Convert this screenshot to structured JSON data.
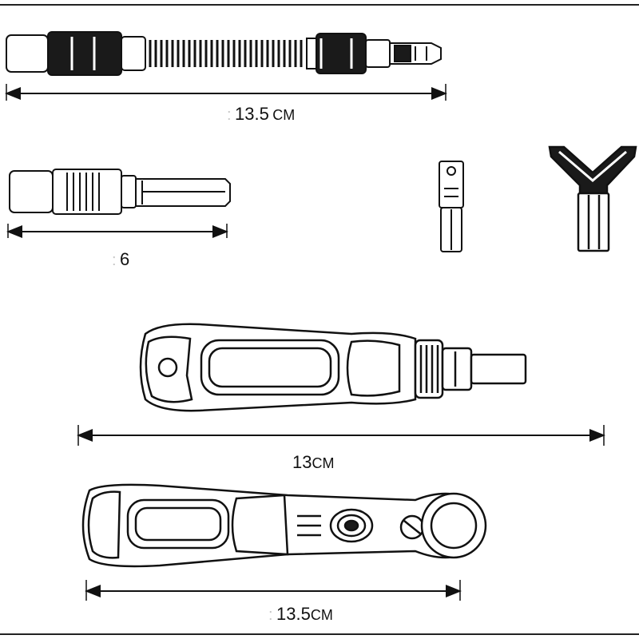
{
  "tools": [
    {
      "name": "flexible-shaft-extension",
      "measure_value": "13.5",
      "measure_unit": "CM"
    },
    {
      "name": "bit-holder-adapter",
      "measure_value": "6",
      "measure_unit": ""
    },
    {
      "name": "socket-adapter",
      "measure_value": "",
      "measure_unit": ""
    },
    {
      "name": "y-wrench",
      "measure_value": "",
      "measure_unit": ""
    },
    {
      "name": "screwdriver-handle",
      "measure_value": "13",
      "measure_unit": "CM"
    },
    {
      "name": "ratchet-handle",
      "measure_value": "13.5",
      "measure_unit": "CM"
    }
  ],
  "colors": {
    "line": "#111111",
    "dark_fill": "#1a1a1a",
    "frame": "#222222",
    "background": "#ffffff"
  }
}
